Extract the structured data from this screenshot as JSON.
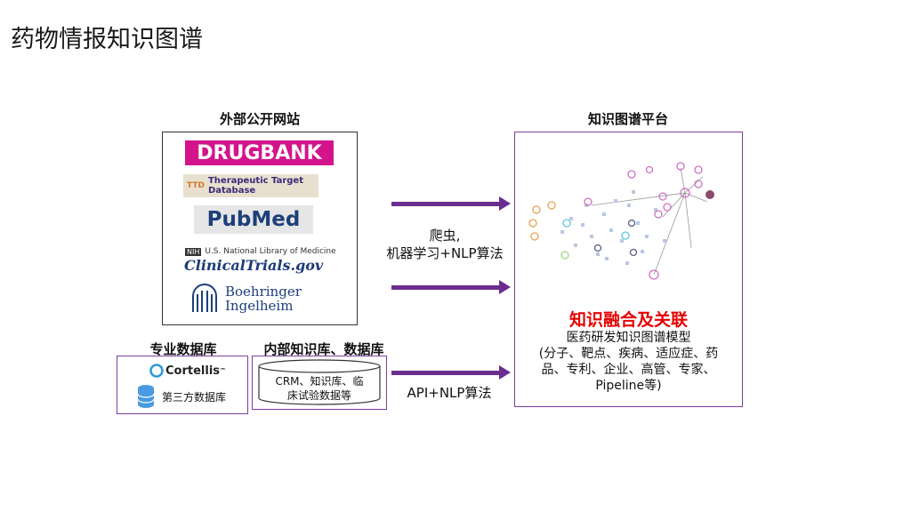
{
  "title": "药物情报知识图谱",
  "left_box": {
    "heading": "外部公开网站",
    "logos": {
      "drugbank": "DRUGBANK",
      "ttd": "Therapeutic Target Database",
      "ttd_small": "TTD",
      "pubmed": "PubMed",
      "nih": "U.S. National Library of Medicine",
      "nih_tag": "NIH",
      "clinicaltrials": "ClinicalTrials.gov",
      "boehringer": "Boehringer\nIngelheim"
    }
  },
  "arrows": {
    "top_label_line1": "爬虫,",
    "top_label_line2": "机器学习+NLP算法",
    "bottom_label": "API+NLP算法"
  },
  "right_box": {
    "heading": "知识图谱平台",
    "fusion_title": "知识融合及关联",
    "model_line1": "医药研发知识图谱模型",
    "model_line2": "(分子、靶点、疾病、适应症、药",
    "model_line3": "品、专利、企业、高管、专家、",
    "model_line4": "Pipeline等)"
  },
  "pro_db": {
    "heading": "专业数据库",
    "cortellis": "Cortellis",
    "cortellis_tm": "™",
    "third_party": "第三方数据库"
  },
  "internal_db": {
    "heading": "内部知识库、数据库",
    "line1": "CRM、知识库、临",
    "line2": "床试验数据等"
  },
  "colors": {
    "purple": "#6b2d8f",
    "red": "#e60000",
    "drugbank": "#d4148c"
  }
}
